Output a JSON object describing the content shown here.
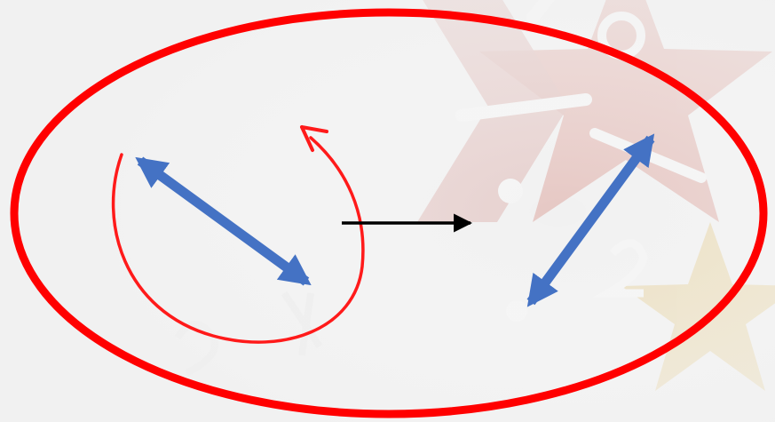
{
  "colors": {
    "background": "#f1f1f1",
    "ellipse_outline": "#ff0000",
    "rotation_arc": "#ff1a1a",
    "double_arrow": "#4472c4",
    "transform_arrow": "#000000",
    "watermark_red": "#c0392b",
    "watermark_gold": "#d4a017"
  },
  "diagram": {
    "elements": [
      "ellipse-outline",
      "rotation-arc-arrow",
      "original-double-arrow",
      "transform-arrow",
      "rotated-double-arrow"
    ],
    "background_decoration": [
      "star-watermark",
      "math-symbols-watermark"
    ]
  }
}
